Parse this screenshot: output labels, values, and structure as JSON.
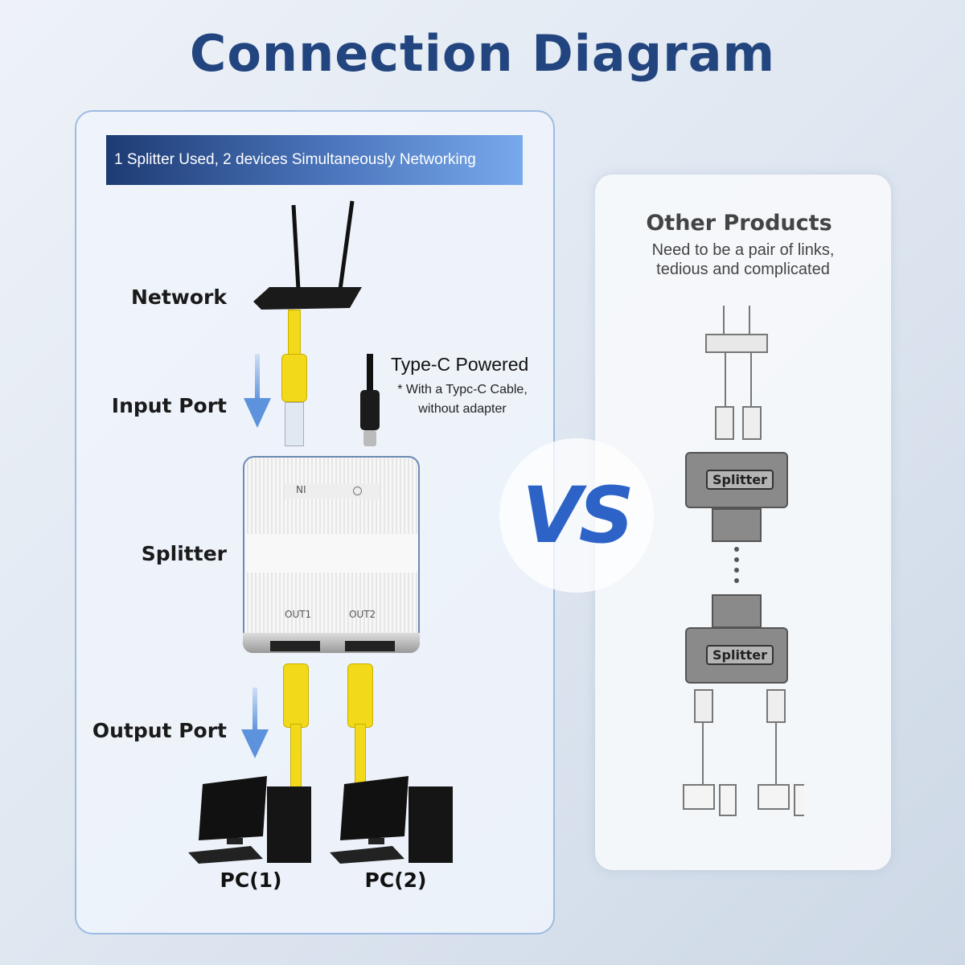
{
  "title": "Connection Diagram",
  "left": {
    "banner": "1 Splitter Used,  2 devices Simultaneously Networking",
    "labels": {
      "network": "Network",
      "input_port": "Input Port",
      "splitter": "Splitter",
      "output_port": "Output Port"
    },
    "power": {
      "title": "Type-C Powered",
      "note1": "* With a Typc-C Cable,",
      "note2": "without adapter"
    },
    "device": {
      "port_in": "NI",
      "out1": "OUT1",
      "out2": "OUT2"
    },
    "pcs": [
      "PC(1)",
      "PC(2)"
    ]
  },
  "vs": "VS",
  "right": {
    "title": "Other Products",
    "subtitle1": "Need to be a pair of links,",
    "subtitle2": "tedious and complicated",
    "splitter_top": "Splitter",
    "splitter_bottom": "Splitter"
  },
  "colors": {
    "title": "#23457f",
    "accent": "#2d63c7",
    "cable": "#f2d91a"
  }
}
